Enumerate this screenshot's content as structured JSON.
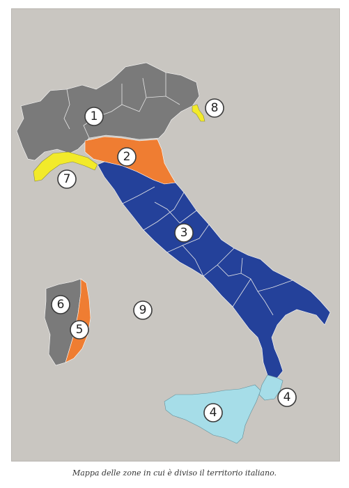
{
  "map": {
    "zones": [
      {
        "id": "1",
        "color": "#7a7a7a",
        "name": "zone-1"
      },
      {
        "id": "2",
        "color": "#ef7d32",
        "name": "zone-2"
      },
      {
        "id": "3",
        "color": "#24419a",
        "name": "zone-3"
      },
      {
        "id": "4",
        "color": "#a6dde8",
        "name": "zone-4"
      },
      {
        "id": "5",
        "color": "#ef7d32",
        "name": "zone-5"
      },
      {
        "id": "6",
        "color": "#7a7a7a",
        "name": "zone-6"
      },
      {
        "id": "7",
        "color": "#f2ea2a",
        "name": "zone-7"
      },
      {
        "id": "8",
        "color": "#f2ea2a",
        "name": "zone-8"
      },
      {
        "id": "9",
        "color": "#c9c6c1",
        "name": "zone-9"
      }
    ],
    "labels": {
      "z1": "1",
      "z2": "2",
      "z3": "3",
      "z4a": "4",
      "z4b": "4",
      "z5": "5",
      "z6": "6",
      "z7": "7",
      "z8": "8",
      "z9": "9"
    }
  },
  "caption": "Mappa delle zone in cui è diviso il territorio italiano."
}
